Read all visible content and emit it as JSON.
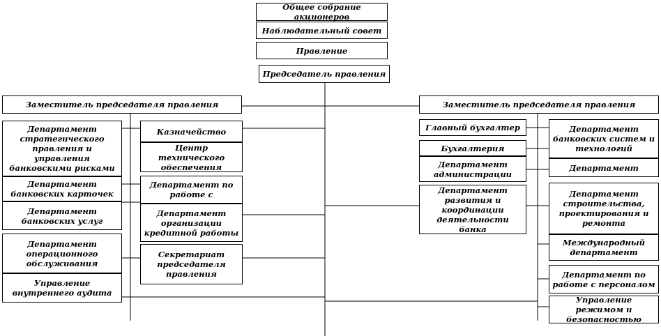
{
  "nodes": {
    "general_meeting": "Общее  собрание акционеров",
    "supervisory_board": "Наблюдательный  совет",
    "board": "Правление",
    "chairman": "Председатель правления",
    "deputy_left": "Заместитель председателя правления",
    "deputy_right": "Заместитель председателя правления",
    "dept_strategic": "Департамент стратегического правления и управления банковскими рисками",
    "dept_cards": "Департамент банковских карточек",
    "dept_bank_services": "Департамент банковских услуг",
    "dept_operations": "Департамент операционного обслуживания",
    "internal_audit": "Управление внутреннего аудита",
    "treasury": "Казначейство",
    "tech_support_center": "Центр технического обеспечения",
    "dept_work_with": "Департамент по работе с",
    "dept_credit": "Департамент организации кредитной работы",
    "secretariat": "Секретариат председателя правления",
    "chief_accountant": "Главный бухгалтер",
    "accounting": "Бухгалтерия",
    "dept_administration": "Департамент администрации",
    "dept_development": "Департамент развития и координации деятельности банка",
    "dept_bank_systems": "Департамент банковских систем и технологий",
    "dept_generic": "Департамент",
    "dept_construction": "Департамент строительства, проектирования и ремонта",
    "dept_international": "Международный департамент",
    "dept_personnel": "Департамент по работе с персоналом",
    "security": "Управление режимом и безопасностью"
  }
}
